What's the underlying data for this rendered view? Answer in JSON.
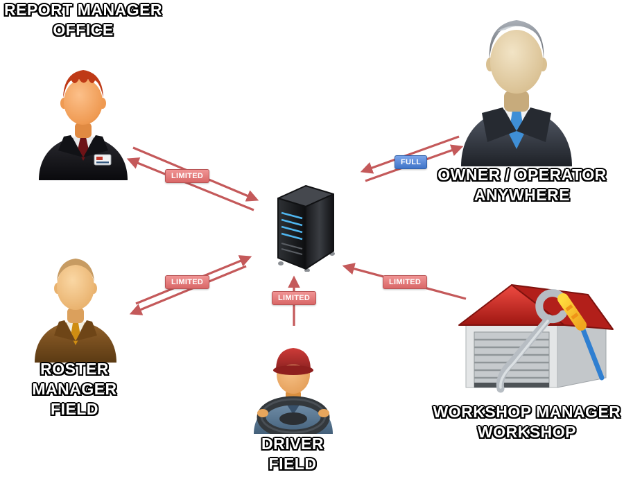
{
  "diagram": {
    "nodes": {
      "report_manager": {
        "label_line1": "REPORT MANAGER",
        "label_line2": "OFFICE",
        "access_badge": "LIMITED"
      },
      "owner_operator": {
        "label_line1": "OWNER / OPERATOR",
        "label_line2": "ANYWHERE",
        "access_badge": "FULL"
      },
      "roster_manager": {
        "label_line1": "ROSTER MANAGER",
        "label_line2": "FIELD",
        "access_badge": "LIMITED"
      },
      "driver": {
        "label_line1": "DRIVER",
        "label_line2": "FIELD",
        "access_badge": "LIMITED"
      },
      "workshop_manager": {
        "label_line1": "WORKSHOP MANAGER",
        "label_line2": "WORKSHOP",
        "access_badge": "LIMITED"
      }
    },
    "colors": {
      "arrow": "#c4595a",
      "limited_badge_bg": "#e88080",
      "limited_badge_border": "#b85455",
      "full_badge_bg": "#4f86d8",
      "full_badge_border": "#2f5fa8",
      "label_fill": "#ffffff",
      "label_outline": "#000000"
    }
  }
}
